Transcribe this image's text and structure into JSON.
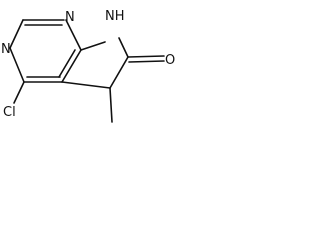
{
  "molecule": {
    "atoms": {
      "n1": "N",
      "n3": "N",
      "nh": "NH",
      "o": "O",
      "cl": "Cl"
    }
  }
}
